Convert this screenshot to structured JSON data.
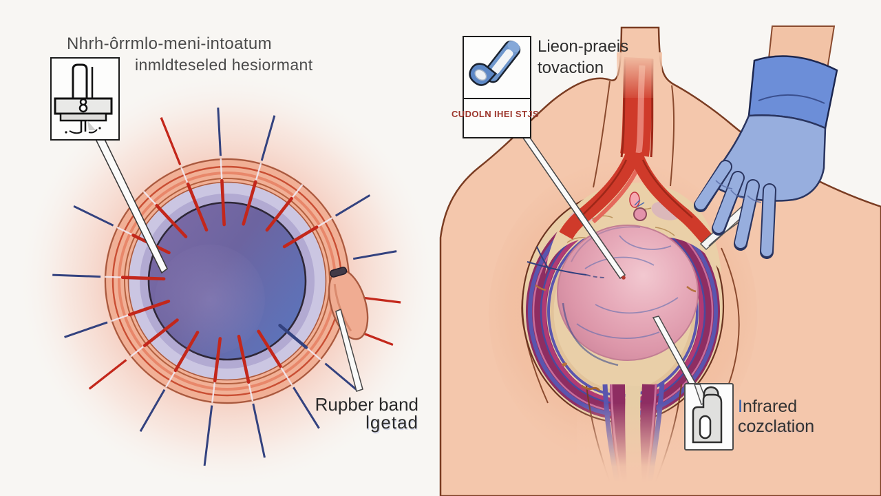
{
  "figure_type": "medical-illustration-two-panel",
  "colors": {
    "background": "#f8f6f3",
    "skin": "#f4c7ac",
    "glove_blue": "#97aede",
    "cuff_blue": "#6c8ed8",
    "vessel_red": "#cf3a2a",
    "ring_magenta": "#8e2d62",
    "ring_violet": "#5a55ae",
    "sphere_pink": "#e7abba",
    "disc_purple": "#6c64a0",
    "disc_blue": "#5a76bf",
    "band_salmon": "#f1b096",
    "lavender_ring": "#cbc6e2",
    "needle_red": "#c3271b",
    "needle_blue": "#33427f",
    "inset_caption_red": "#9c352b",
    "caption_accent_blue": "#2a5cae"
  },
  "left_panel": {
    "title_line1": "Nhrh-ôrrmlo-meni-intoatum",
    "title_line2": "inmldteseled hesiormant",
    "inset_icon": "rubber-band-ligator-icon",
    "caption_line1": "Rupber band",
    "caption_line2": "lgetad"
  },
  "right_panel": {
    "title_line1": "Lieon-praeis",
    "title_line2": "tovaction",
    "inset_icon": "infrared-coagulator-icon",
    "inset_caption": "CUDOLN IHEI STJS",
    "caption_line1_initial": "I",
    "caption_line1_rest": "nfrared",
    "caption_line2": "cozclation",
    "bottom_inset_icon": "infrared-probe-icon"
  }
}
